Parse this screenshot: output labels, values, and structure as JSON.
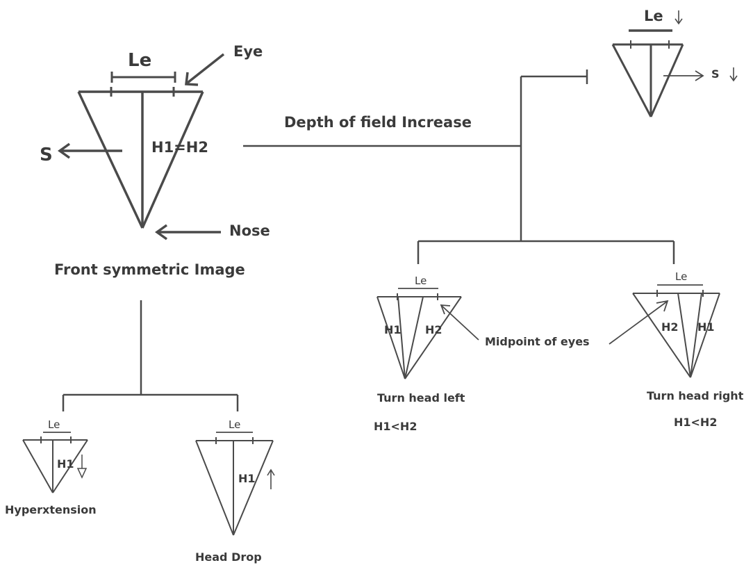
{
  "front": {
    "le": "Le",
    "eye": "Eye",
    "s": "S",
    "h_equal": "H1=H2",
    "nose": "Nose",
    "caption": "Front symmetric Image"
  },
  "depth": {
    "label": "Depth of field Increase",
    "le": "Le",
    "s": "S"
  },
  "turn_left": {
    "le": "Le",
    "h1": "H1",
    "h2": "H2",
    "caption": "Turn head left",
    "relation": "H1<H2"
  },
  "turn_right": {
    "le": "Le",
    "h1": "H1",
    "h2": "H2",
    "caption": "Turn head right",
    "relation": "H1<H2"
  },
  "midpoint_label": "Midpoint of eyes",
  "hyperextension": {
    "le": "Le",
    "h1": "H1",
    "caption": "Hyperxtension"
  },
  "head_drop": {
    "le": "Le",
    "h1": "H1",
    "caption": "Head Drop"
  },
  "colors": {
    "stroke": "#4a4a4a",
    "text": "#3a3a3a",
    "background": "#ffffff"
  }
}
